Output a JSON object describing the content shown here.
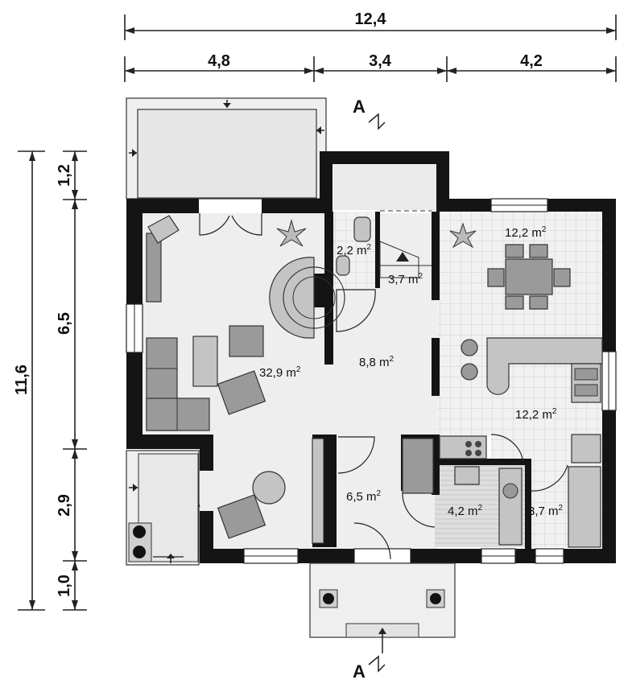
{
  "dimensions": {
    "total_width": "12,4",
    "segments_width": [
      "4,8",
      "3,4",
      "4,2"
    ],
    "total_height": "11,6",
    "segments_height": [
      "1,2",
      "6,5",
      "2,9",
      "1,0"
    ]
  },
  "section_marker": "A",
  "rooms": {
    "living": "32,9 m",
    "hall": "8,8 m",
    "wc": "2,2 m",
    "stair": "3,7 m",
    "dining": "12,2 m",
    "kitchen": "12,2 m",
    "entry": "6,5 m",
    "bath": "4,2 m",
    "storage": "3,7 m"
  },
  "unit_superscript": "2",
  "colors": {
    "wall": "#141414",
    "floor": "#eeeeee",
    "tile_grid": "#cfcfcf",
    "furniture": "#9a9a9a"
  }
}
